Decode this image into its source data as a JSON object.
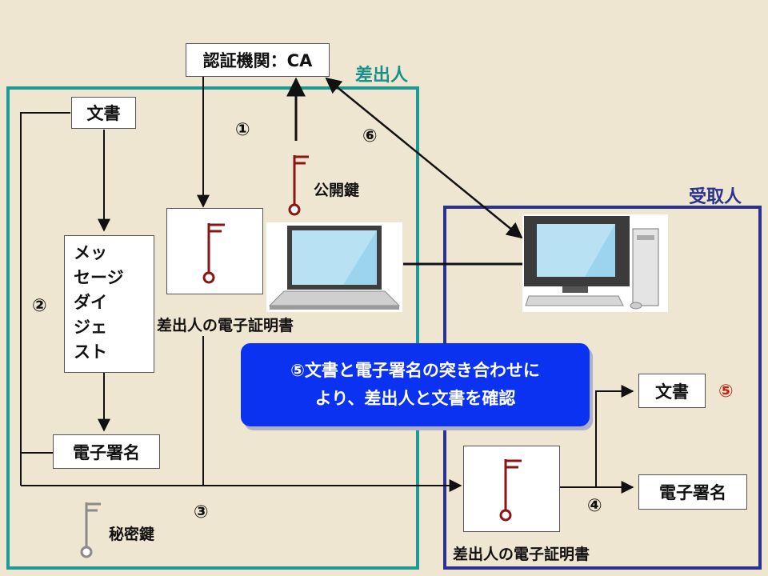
{
  "ca": {
    "label": "認証機関：CA"
  },
  "sender": {
    "label": "差出人"
  },
  "receiver": {
    "label": "受取人"
  },
  "document": {
    "label": "文書"
  },
  "message_digest": {
    "lines": [
      "メッ",
      "セージ",
      "ダイ",
      "ジェ",
      "スト"
    ]
  },
  "signature": {
    "label": "電子署名"
  },
  "public_key": {
    "label": "公開鍵"
  },
  "private_key": {
    "label": "秘密鍵"
  },
  "sender_cert": {
    "label": "差出人の電子証明書"
  },
  "receiver_cert": {
    "label": "差出人の電子証明書"
  },
  "receiver_document": {
    "label": "文書"
  },
  "receiver_signature": {
    "label": "電子署名"
  },
  "steps": {
    "s1": "①",
    "s2": "②",
    "s3": "③",
    "s4": "④",
    "s5": "⑤",
    "s6": "⑥"
  },
  "callout": {
    "line1": "⑤文書と電子署名の突き合わせに",
    "line2": "より、差出人と文書を確認"
  },
  "colors": {
    "background": "#EFE6D2",
    "sender_border": "#1C9A94",
    "receiver_border": "#2A3290",
    "key_red": "#8B1515",
    "key_gray": "#8A8A8A",
    "callout": "#0A32F0",
    "step5_red": "#C82010"
  }
}
